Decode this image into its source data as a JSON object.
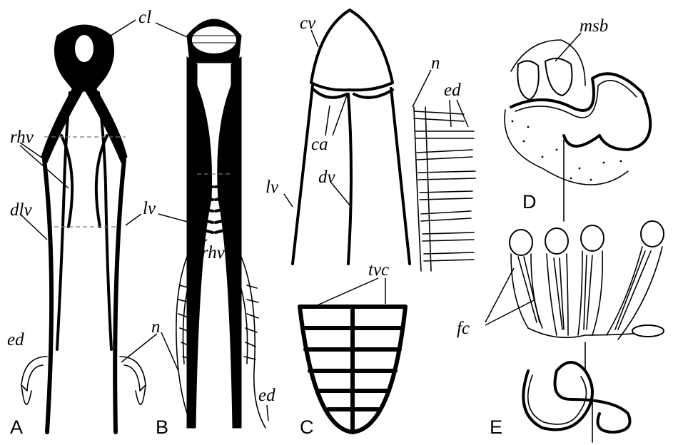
{
  "labels": {
    "cl": "cl",
    "rhv": "rhv",
    "dlv": "dlv",
    "lv": "lv",
    "ed": "ed",
    "n": "n",
    "cv": "cv",
    "ca": "ca",
    "dv": "dv",
    "tvc": "tvc",
    "msb": "msb",
    "fc": "fc"
  },
  "panels": [
    "A",
    "B",
    "C",
    "D",
    "E"
  ]
}
